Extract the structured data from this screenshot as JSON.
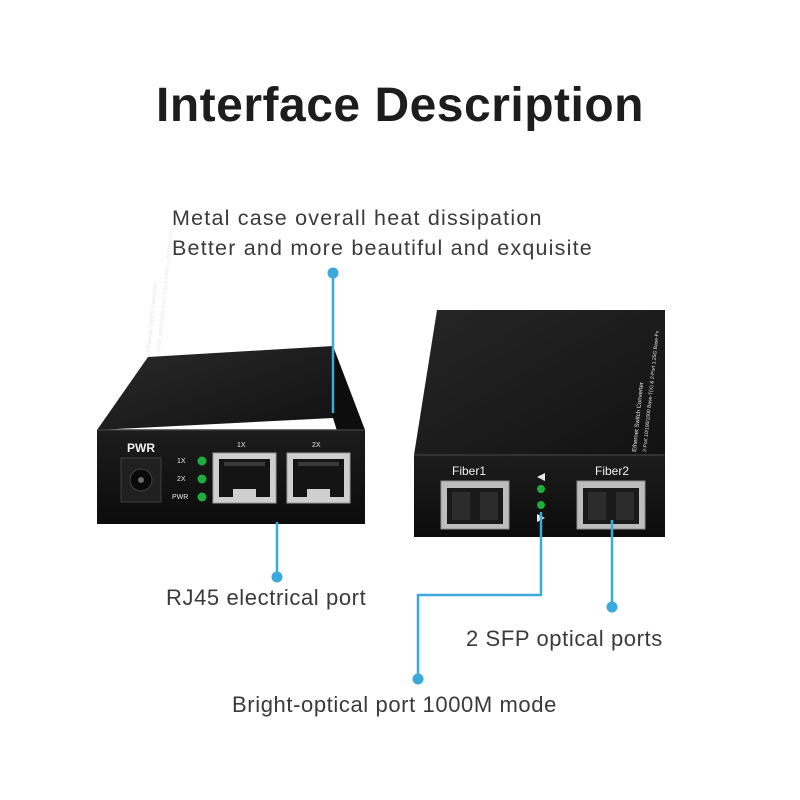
{
  "title": "Interface Description",
  "callouts": {
    "top_line1": "Metal case overall heat dissipation",
    "top_line2": "Better and more beautiful and exquisite",
    "rj45": "RJ45 electrical port",
    "sfp": "2 SFP optical ports",
    "bright": "Bright-optical port 1000M mode"
  },
  "left_device": {
    "pwr_label": "PWR",
    "port1_label": "1X",
    "port2_label": "2X",
    "led_labels": [
      "1X",
      "2X",
      "PWR"
    ],
    "top_text_1": "Ethernet Switch Converter",
    "top_text_2": "2-Port 10/100/1000 Base-T(X) & 1-Port 1.25G Base-Fx"
  },
  "right_device": {
    "fiber1_label": "Fiber1",
    "fiber2_label": "Fiber2",
    "top_text_1": "Ethernet Switch Converter",
    "top_text_2": "2-Port 10/100/1000 Base-T(X) & 2-Port 1.25G Base-Fx"
  },
  "colors": {
    "accent": "#3aa9dc",
    "led_green": "#1fae3c",
    "case": "#1a1a1a"
  }
}
